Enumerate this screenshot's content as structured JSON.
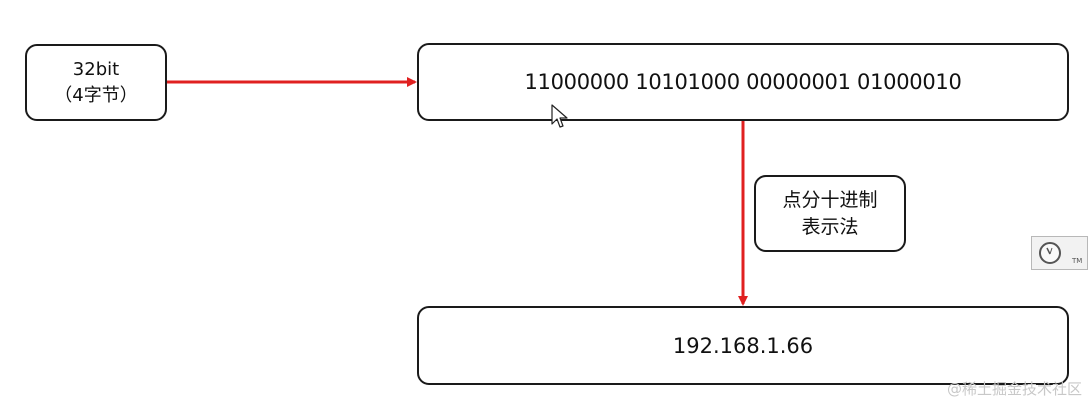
{
  "boxes": {
    "size_line1": "32bit",
    "size_line2": "（4字节）",
    "binary": "11000000 10101000 00000001 01000010",
    "method_line1": "点分十进制",
    "method_line2": "表示法",
    "decimal": "192.168.1.66"
  },
  "arrow_color": "#e02020",
  "watermark": "@稀土掘金技术社区",
  "widget": {
    "tm": "TM"
  }
}
